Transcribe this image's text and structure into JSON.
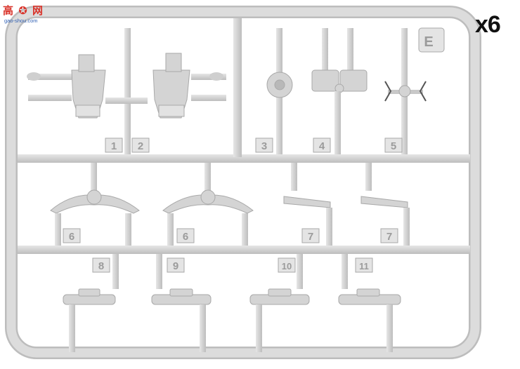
{
  "watermark": {
    "site_logo": "高 ✪ 网",
    "site_url": "gao-shou.com"
  },
  "sprue": {
    "multiplier": "x6",
    "frame_code": "E",
    "part_numbers": [
      "1",
      "2",
      "3",
      "4",
      "5",
      "6",
      "6",
      "7",
      "7",
      "8",
      "9",
      "10",
      "11"
    ]
  },
  "colors": {
    "plastic": "#d6d6d6",
    "plastic_dark": "#b4b4b4",
    "background": "#ffffff"
  }
}
